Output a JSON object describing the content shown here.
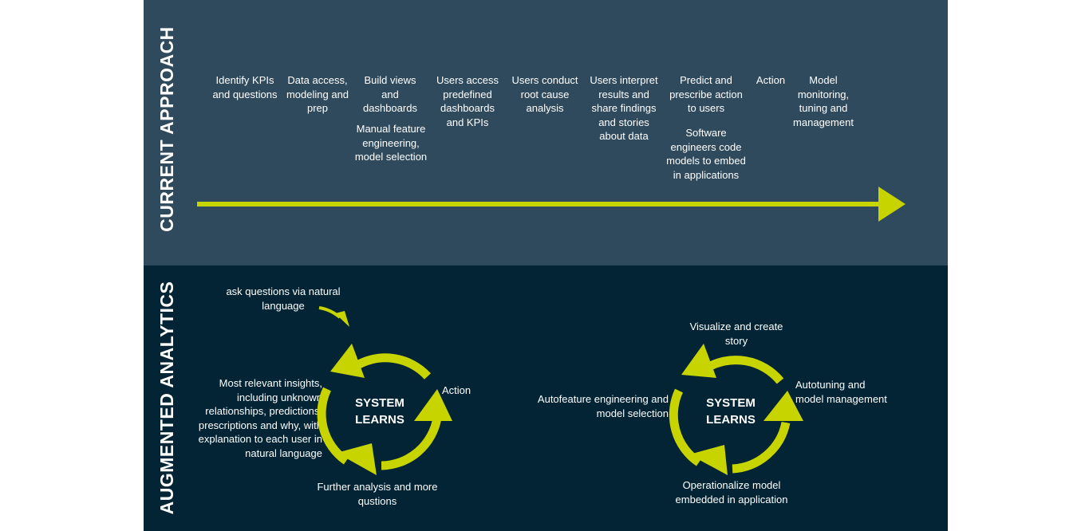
{
  "current_approach": {
    "label": "CURRENT APPROACH",
    "steps": [
      "Identify KPIs and questions",
      "Data access, modeling and prep",
      "Build views and dashboards",
      "Users access predefined dashboards and KPIs",
      "Users conduct root cause analysis",
      "Users interpret results and share findings and stories about data",
      "Predict and prescribe action to users",
      "Action",
      "Model monitoring, tuning and management"
    ],
    "sub_steps": [
      "Manual feature engineering, model selection",
      "Software engineers code models to embed in applications"
    ],
    "arrow_color": "#c8d400"
  },
  "augmented_analytics": {
    "label": "AUGMENTED ANALYTICS",
    "cycle1": {
      "center": "SYSTEM LEARNS",
      "entry": "ask questions via natural language",
      "right": "Action",
      "bottom": "Further analysis and more qustions",
      "left": "Most relevant insights, including unknown relationships, predictions, prescriptions and why, with explanation to each user in natural language"
    },
    "cycle2": {
      "center": "SYSTEM LEARNS",
      "top": "Visualize and create story",
      "right": "Autotuning and model management",
      "bottom": "Operationalize model embedded in application",
      "left": "Autofeature engineering and model selection"
    }
  }
}
